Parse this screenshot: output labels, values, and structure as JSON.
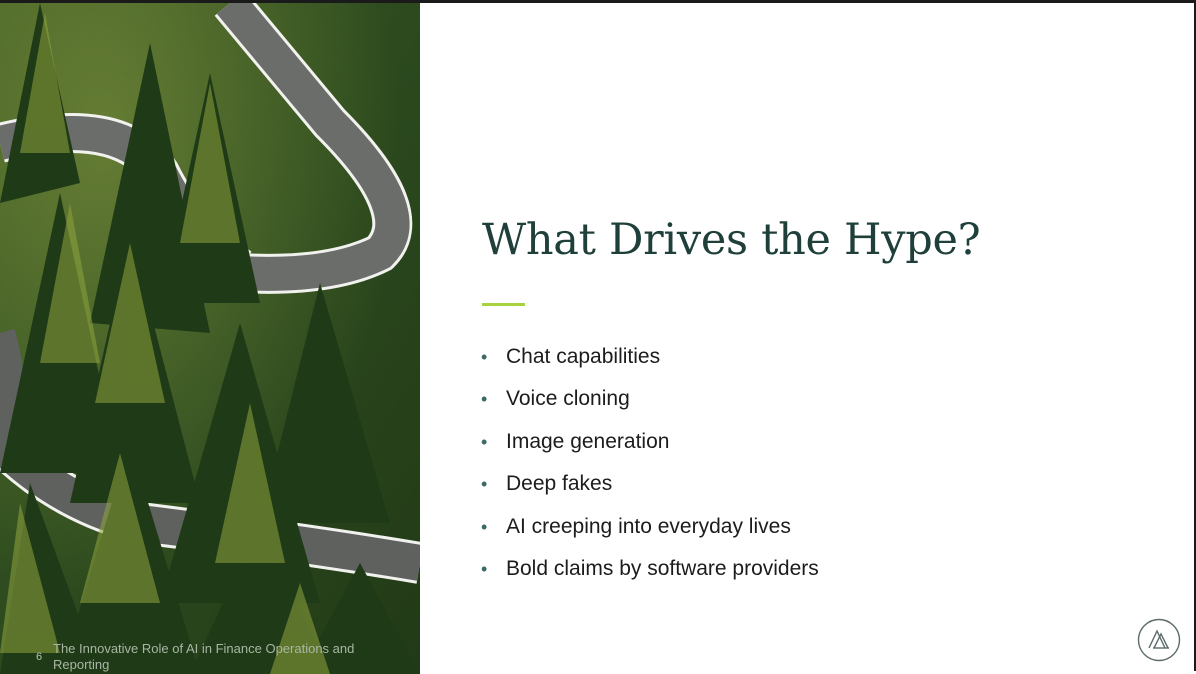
{
  "slide": {
    "title": "What Drives the Hype?",
    "bullets": [
      "Chat capabilities",
      "Voice cloning",
      "Image generation",
      "Deep fakes",
      "AI creeping into everyday lives",
      "Bold claims by software providers"
    ],
    "bullet_marker": "•",
    "accent_color": "#a5d23d",
    "title_color": "#1f3f3b"
  },
  "footer": {
    "page_number": "6",
    "presentation_title": "The Innovative Role of AI in Finance Operations and Reporting"
  },
  "photo": {
    "subject": "aerial-forest-winding-road"
  },
  "logo": {
    "icon": "mountain-peak-logo-icon"
  }
}
